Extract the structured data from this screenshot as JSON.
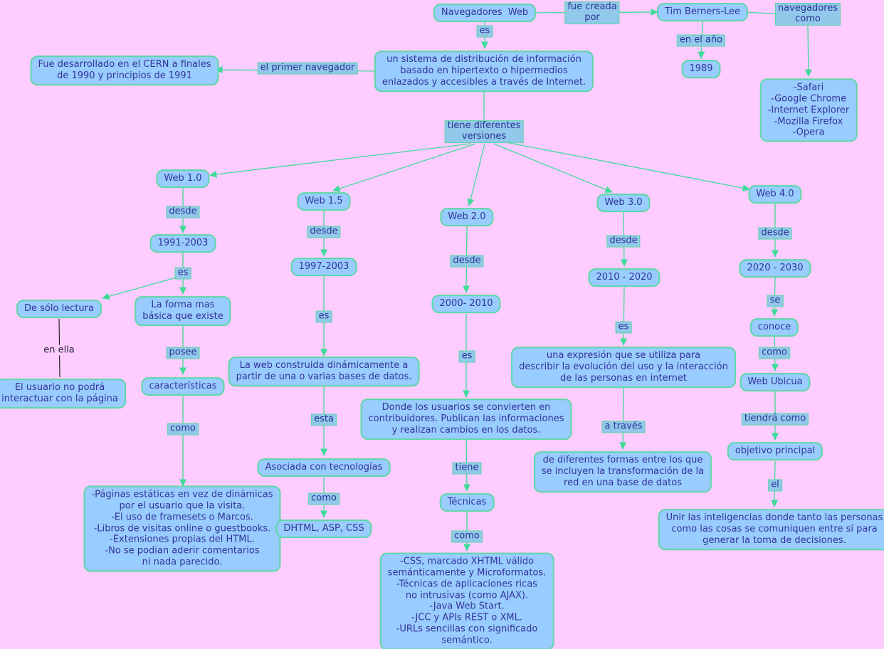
{
  "diagram": {
    "colors": {
      "background": "#ffccff",
      "node_fill": "#99ccff",
      "node_border": "#5dd8a5",
      "label_fill": "#92c8e9",
      "arrow": "#3fdb98",
      "text": "#333399",
      "plain_line": "#000000"
    },
    "nodes": {
      "navegadores_web": "Navegadores  Web",
      "tim_berners_lee": "Tim Berners-Lee",
      "sistema": "un sistema de distribución de información\nbasado en hipertexto o hipermedios\nenlazados y accesibles a través de Internet.",
      "cern": "Fue desarrollado en el CERN a finales\nde 1990 y principios de 1991",
      "anio_1989": "1989",
      "navegadores_lista": "-Safari\n-Google Chrome\n-Internet Explorer\n-Mozilla Firefox\n-Opera",
      "web_1_0": "Web 1.0",
      "web_1_5": "Web 1.5",
      "web_2_0": "Web 2.0",
      "web_3_0": "Web 3.0",
      "web_4_0": "Web 4.0",
      "periodo_1991_2003": "1991-2003",
      "de_solo_lectura": "De sólo lectura",
      "forma_basica": "La forma mas\nbásica que existe",
      "usuario_no_interactua": "El usuario no podrá\ninteractuar con la página",
      "caracteristicas": "características",
      "web10_caracteristicas": "-Páginas estáticas en vez de dinámicas\npor el usuario que la visita.\n-El uso de framesets o Marcos.\n-Libros de visitas online o guestbooks.\n-Extensiones propias del HTML.\n-No se podian aderir comentarios\nni nada parecido.",
      "periodo_1997_2003": "1997-2003",
      "web_construida": "La web construida dinámicamente a\npartir de una o varias bases de datos.",
      "asociada_tecnologias": "Asociada con tecnologías",
      "dhtml_asp_css": "DHTML, ASP, CSS",
      "periodo_2000_2010": "2000- 2010",
      "donde_usuarios": "Donde los usuarios se convierten en\ncontribuidores. Publican las informaciones\ny realizan cambios en los datos.",
      "tecnicas": "Técnicas",
      "web20_tecnicas": "-CSS, marcado XHTML válido\nsemánticamente y Microformatos.\n-Técnicas de aplicaciones ricas\nno intrusivas (como AJAX).\n-Java Web Start.\n-JCC y APIs REST o XML.\n-URLs sencillas con significado\nsemántico.",
      "periodo_2010_2020": "2010 - 2020",
      "expresion": "una expresión que se utiliza para\ndescribir la evolución del uso y la interacción\nde las personas en internet",
      "formas": "de diferentes formas entre los que\nse incluyen la transformación de la\nred en una base de datos",
      "periodo_2020_2030": "2020 - 2030",
      "conoce": "conoce",
      "web_ubicua": "Web Ubicua",
      "objetivo_principal": "objetivo principal",
      "unir_inteligencias": "Unir las inteligencias donde tanto las personas\ncomo las cosas se comuniquen entre sí para\ngenerar la toma de decisiones."
    },
    "connectors": {
      "es": "es",
      "desde": "desde",
      "como": "como",
      "posee": "posee",
      "esta": "esta",
      "tiene": "tiene",
      "se": "se",
      "a_traves": "a través",
      "tiendra_como": "tiendrá como",
      "el": "el",
      "en_ella": "en ella",
      "fue_creada_por": "fue creada\npor",
      "navegadores_como": "navegadores\ncomo",
      "el_primer_navegador": "el primer navegador",
      "en_el_anio": "en el año",
      "tiene_versiones": "tiene diferentes\nversiones"
    },
    "relations": [
      {
        "from": "navegadores_web",
        "label": "fue_creada_por",
        "to": "tim_berners_lee"
      },
      {
        "from": "navegadores_web",
        "label": "es",
        "to": "sistema"
      },
      {
        "from": "sistema",
        "label": "el_primer_navegador",
        "to": "cern"
      },
      {
        "from": "tim_berners_lee",
        "label": "en_el_anio",
        "to": "anio_1989"
      },
      {
        "from": "tim_berners_lee",
        "label": "navegadores_como",
        "to": "navegadores_lista"
      },
      {
        "from": "sistema",
        "label": "tiene_versiones",
        "to": "web_1_0"
      },
      {
        "from": "sistema",
        "label": "tiene_versiones",
        "to": "web_1_5"
      },
      {
        "from": "sistema",
        "label": "tiene_versiones",
        "to": "web_2_0"
      },
      {
        "from": "sistema",
        "label": "tiene_versiones",
        "to": "web_3_0"
      },
      {
        "from": "sistema",
        "label": "tiene_versiones",
        "to": "web_4_0"
      },
      {
        "from": "web_1_0",
        "label": "desde",
        "to": "periodo_1991_2003"
      },
      {
        "from": "periodo_1991_2003",
        "label": "es",
        "to": "de_solo_lectura"
      },
      {
        "from": "periodo_1991_2003",
        "label": "es",
        "to": "forma_basica"
      },
      {
        "from": "de_solo_lectura",
        "label": "en_ella",
        "to": "usuario_no_interactua"
      },
      {
        "from": "forma_basica",
        "label": "posee",
        "to": "caracteristicas"
      },
      {
        "from": "caracteristicas",
        "label": "como",
        "to": "web10_caracteristicas"
      },
      {
        "from": "web_1_5",
        "label": "desde",
        "to": "periodo_1997_2003"
      },
      {
        "from": "periodo_1997_2003",
        "label": "es",
        "to": "web_construida"
      },
      {
        "from": "web_construida",
        "label": "esta",
        "to": "asociada_tecnologias"
      },
      {
        "from": "asociada_tecnologias",
        "label": "como",
        "to": "dhtml_asp_css"
      },
      {
        "from": "web_2_0",
        "label": "desde",
        "to": "periodo_2000_2010"
      },
      {
        "from": "periodo_2000_2010",
        "label": "es",
        "to": "donde_usuarios"
      },
      {
        "from": "donde_usuarios",
        "label": "tiene",
        "to": "tecnicas"
      },
      {
        "from": "tecnicas",
        "label": "como",
        "to": "web20_tecnicas"
      },
      {
        "from": "web_3_0",
        "label": "desde",
        "to": "periodo_2010_2020"
      },
      {
        "from": "periodo_2010_2020",
        "label": "es",
        "to": "expresion"
      },
      {
        "from": "expresion",
        "label": "a_traves",
        "to": "formas"
      },
      {
        "from": "web_4_0",
        "label": "desde",
        "to": "periodo_2020_2030"
      },
      {
        "from": "periodo_2020_2030",
        "label": "se",
        "to": "conoce"
      },
      {
        "from": "conoce",
        "label": "como",
        "to": "web_ubicua"
      },
      {
        "from": "web_ubicua",
        "label": "tiendra_como",
        "to": "objetivo_principal"
      },
      {
        "from": "objetivo_principal",
        "label": "el",
        "to": "unir_inteligencias"
      }
    ]
  }
}
